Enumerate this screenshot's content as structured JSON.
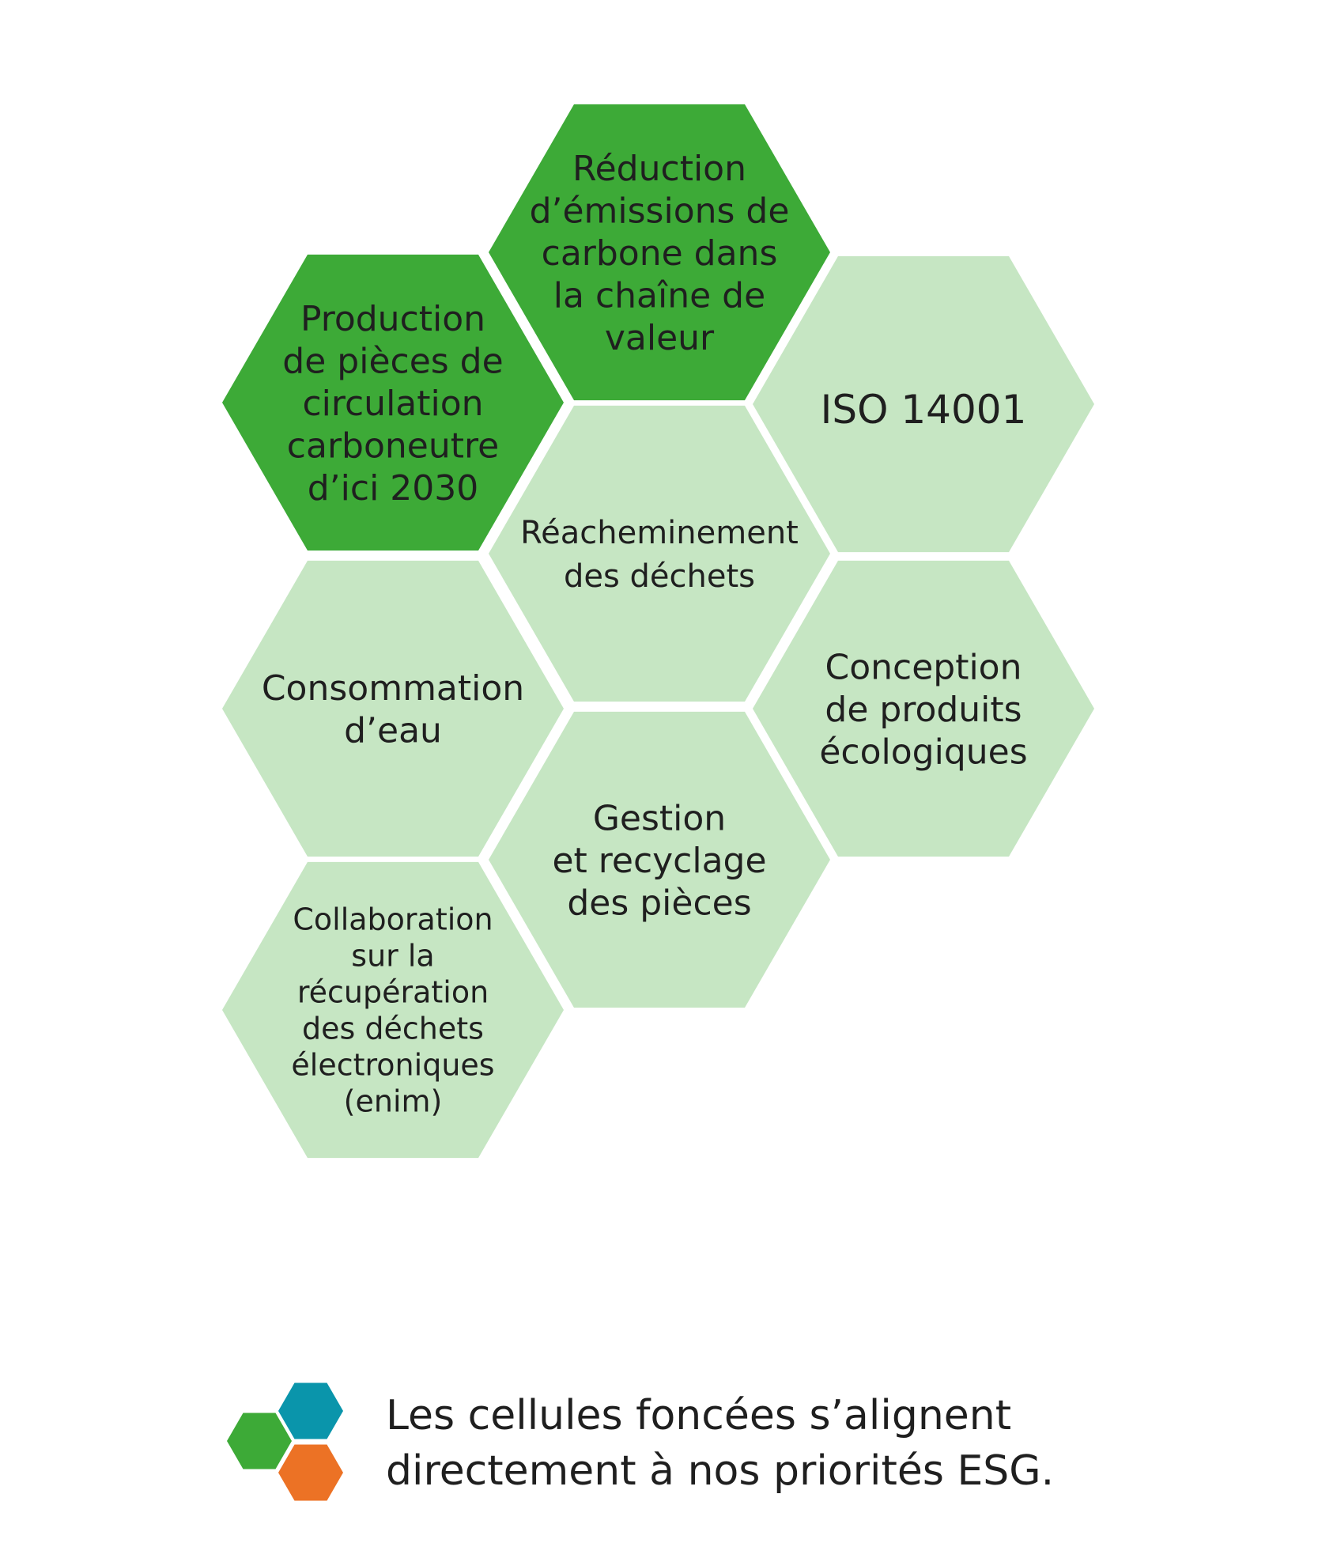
{
  "colors": {
    "dark_green": "#3DAA37",
    "light_green": "#C6E6C3",
    "legend_blue": "#0A95AB",
    "legend_orange": "#EC7225",
    "text": "#1f1f1f"
  },
  "hexagons": [
    {
      "id": "reduction-emissions",
      "shade": "dark",
      "lines": [
        "Réduction",
        "d’émissions de",
        "carbone dans",
        "la chaîne de",
        "valeur"
      ]
    },
    {
      "id": "production-carboneutre",
      "shade": "dark",
      "lines": [
        "Production",
        "de pièces de",
        "circulation",
        "carboneutre",
        "d’ici 2030"
      ]
    },
    {
      "id": "iso-14001",
      "shade": "light",
      "lines": [
        "ISO 14001"
      ]
    },
    {
      "id": "reacheminement-dechets",
      "shade": "light",
      "lines": [
        "Réacheminement",
        "des déchets"
      ]
    },
    {
      "id": "consommation-eau",
      "shade": "light",
      "lines": [
        "Consommation",
        "d’eau"
      ]
    },
    {
      "id": "conception-produits",
      "shade": "light",
      "lines": [
        "Conception",
        "de produits",
        "écologiques"
      ]
    },
    {
      "id": "gestion-recyclage",
      "shade": "light",
      "lines": [
        "Gestion",
        "et recyclage",
        "des pièces"
      ]
    },
    {
      "id": "collaboration-enim",
      "shade": "light",
      "lines": [
        "Collaboration",
        "sur la",
        "récupération",
        "des déchets",
        "électroniques",
        "(enim)"
      ]
    }
  ],
  "legend": {
    "icon_colors": [
      "dark_green",
      "legend_blue",
      "legend_orange"
    ],
    "caption_lines": [
      "Les cellules foncées s’alignent",
      "directement à nos priorités ESG."
    ]
  }
}
